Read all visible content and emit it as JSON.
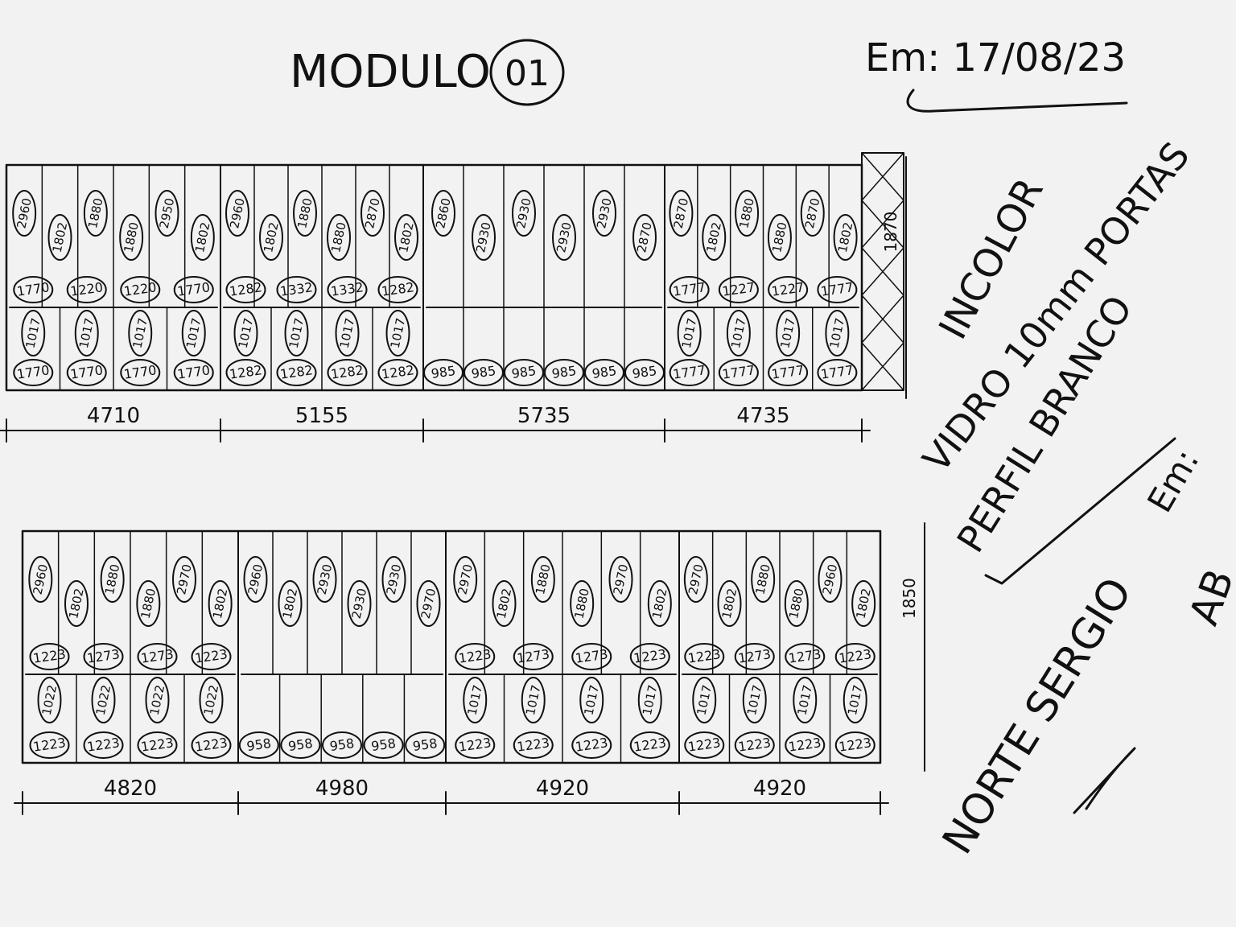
{
  "title": "MODULO",
  "module_number": "01",
  "date_label": "Em: 17/08/23",
  "notes": [
    "INCOLOR",
    "VIDRO 10mm PORTAS",
    "PERFIL BRANCO",
    "NORTE SERGIO"
  ],
  "partial_notes": [
    "Em:",
    "AB"
  ],
  "row_heights": [
    "1870",
    "1850"
  ],
  "top_row": {
    "dimensions": [
      "4710",
      "5155",
      "5735",
      "4735"
    ],
    "upper_labels": [
      [
        "2960",
        "1802",
        "1880",
        "1880",
        "2950",
        "1802"
      ],
      [
        "2960",
        "1802",
        "1880",
        "1880",
        "2870",
        "1802"
      ],
      [
        "2860",
        "2930",
        "2930",
        "2930",
        "2930",
        "2870"
      ],
      [
        "2870",
        "1802",
        "1880",
        "1880",
        "2870",
        "1802"
      ]
    ],
    "mid_labels": [
      [
        "1770",
        "1220",
        "1220",
        "1770"
      ],
      [
        "1282",
        "1332",
        "1332",
        "1282"
      ],
      [],
      [
        "1777",
        "1227",
        "1227",
        "1777"
      ]
    ],
    "lower_labels": [
      [
        "1017",
        "1017",
        "1017",
        "1017"
      ],
      [
        "1017",
        "1017",
        "1017",
        "1017"
      ],
      [
        "985",
        "985",
        "985",
        "985",
        "985",
        "985"
      ],
      [
        "1017",
        "1017",
        "1017",
        "1017"
      ]
    ],
    "bottom_labels": [
      [
        "1770",
        "1770",
        "1770",
        "1770"
      ],
      [
        "1282",
        "1282",
        "1282",
        "1282"
      ],
      [],
      [
        "1777",
        "1777",
        "1777",
        "1777"
      ]
    ]
  },
  "bottom_row": {
    "dimensions": [
      "4820",
      "4980",
      "4920",
      "4920"
    ],
    "upper_labels": [
      [
        "2960",
        "1802",
        "1880",
        "1880",
        "2970",
        "1802"
      ],
      [
        "2960",
        "1802",
        "2930",
        "2930",
        "2930",
        "2970"
      ],
      [
        "2970",
        "1802",
        "1880",
        "1880",
        "2970",
        "1802"
      ],
      [
        "2970",
        "1802",
        "1880",
        "1880",
        "2960",
        "1802"
      ]
    ],
    "mid_labels": [
      [
        "1223",
        "1273",
        "1273",
        "1223"
      ],
      [],
      [
        "1223",
        "1273",
        "1273",
        "1223"
      ],
      [
        "1223",
        "1273",
        "1273",
        "1223"
      ]
    ],
    "lower_labels": [
      [
        "1022",
        "1022",
        "1022",
        "1022"
      ],
      [
        "958",
        "958",
        "958",
        "958",
        "958"
      ],
      [
        "1017",
        "1017",
        "1017",
        "1017"
      ],
      [
        "1017",
        "1017",
        "1017",
        "1017"
      ]
    ],
    "bottom_labels": [
      [
        "1223",
        "1223",
        "1223",
        "1223"
      ],
      [],
      [
        "1223",
        "1223",
        "1223",
        "1223"
      ],
      [
        "1223",
        "1223",
        "1223",
        "1223"
      ]
    ]
  }
}
